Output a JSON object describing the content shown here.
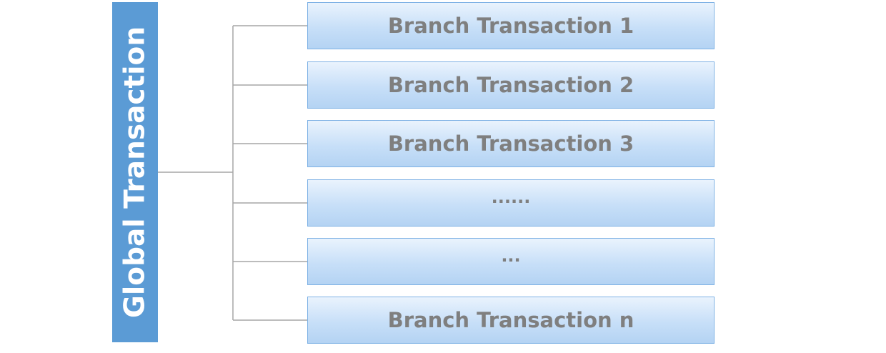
{
  "global": {
    "label": "Global Transaction"
  },
  "branches": [
    {
      "label": "Branch Transaction 1"
    },
    {
      "label": "Branch Transaction 2"
    },
    {
      "label": "Branch Transaction 3"
    },
    {
      "label": "......"
    },
    {
      "label": "..."
    },
    {
      "label": "Branch Transaction n"
    }
  ],
  "colors": {
    "global_fill": "#5b9bd5",
    "global_text": "#ffffff",
    "branch_border": "#7fb2e5",
    "branch_text": "#7f7f7f",
    "connector": "#a6a6a6"
  }
}
